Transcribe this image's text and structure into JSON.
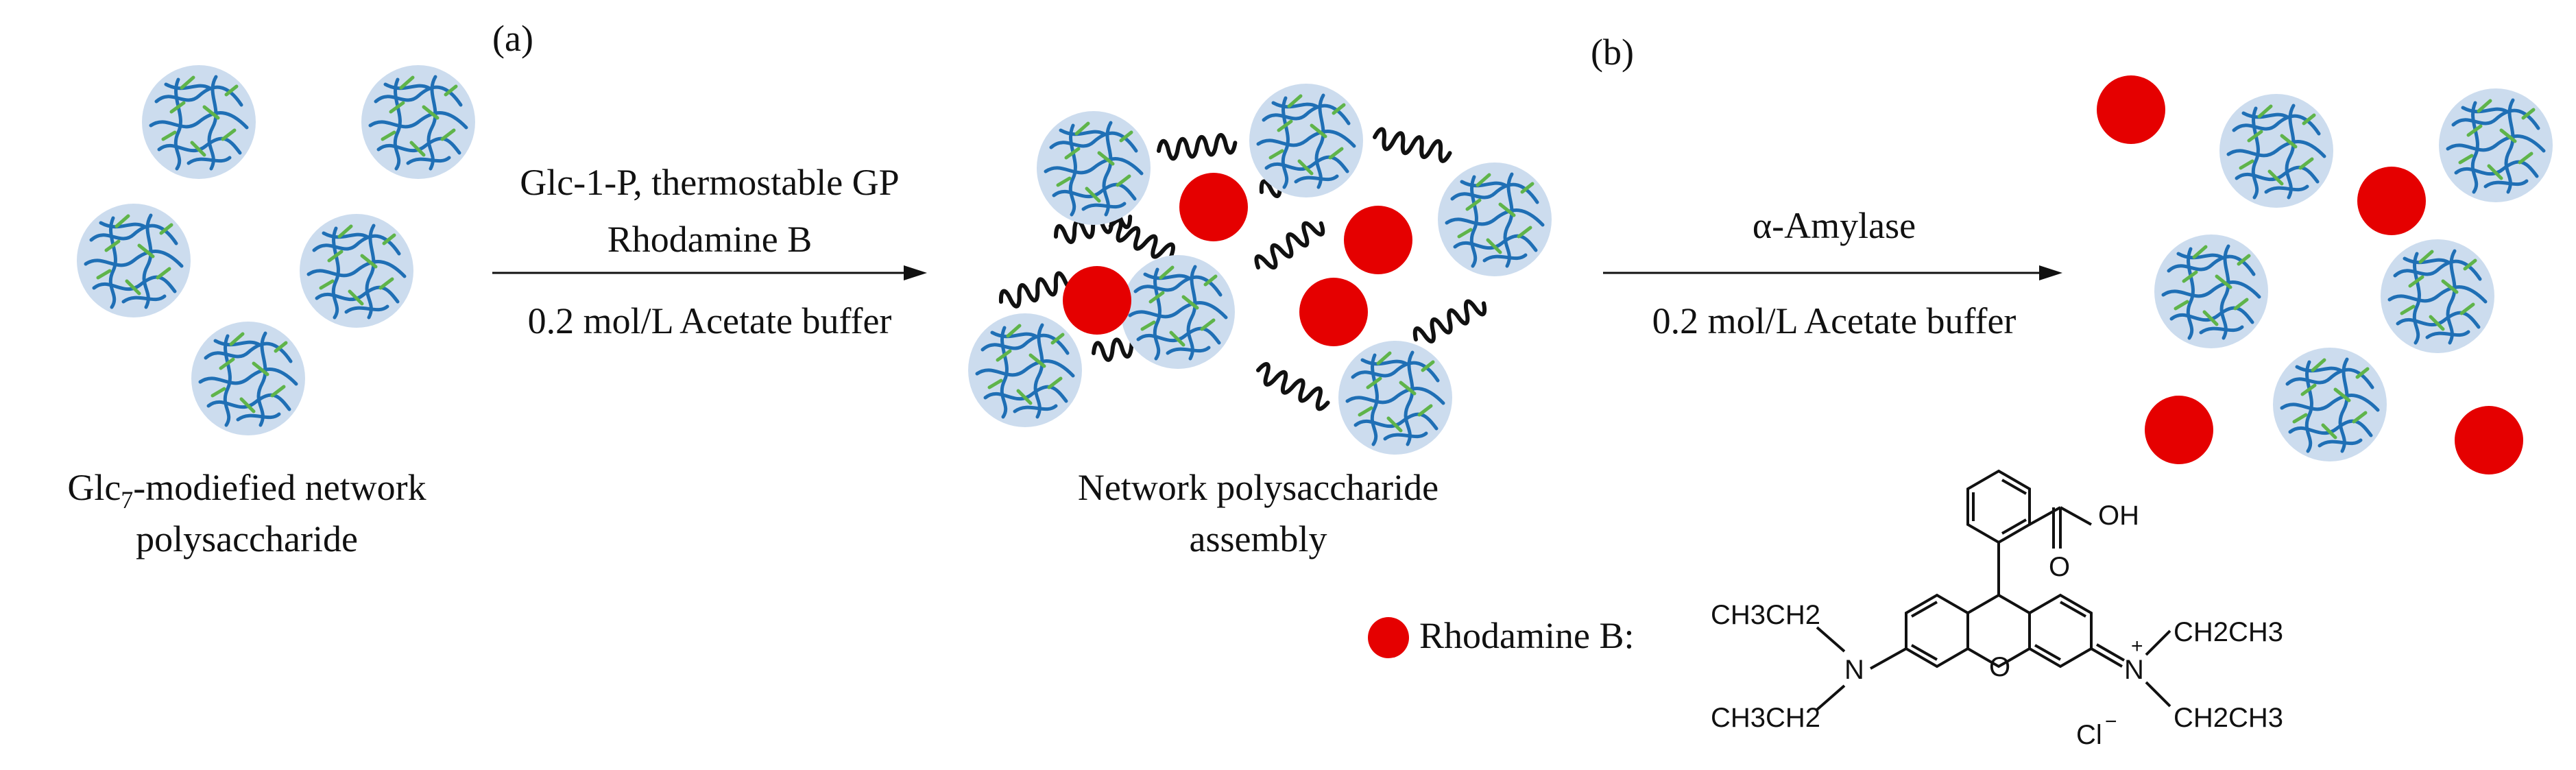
{
  "panels": {
    "a": "(a)",
    "b": "(b)"
  },
  "step1": {
    "line1": "Glc-1-P, thermostable GP",
    "line2": "Rhodamine B",
    "line3": "0.2 mol/L Acetate buffer"
  },
  "step2": {
    "line1": "α-Amylase",
    "line2": "0.2 mol/L Acetate buffer"
  },
  "labels": {
    "start_line1_pre": "Glc",
    "start_line1_sub": "7",
    "start_line1_post": "-modiefied network",
    "start_line2": "polysaccharide",
    "assembly_line1": "Network polysaccharide",
    "assembly_line2": "assembly"
  },
  "legend": {
    "text": "Rhodamine B:"
  },
  "structure": {
    "oh": "OH",
    "o_carbonyl": "O",
    "o_ring": "O",
    "n_left": "N",
    "n_right": "N",
    "plus": "+",
    "cl": "Cl",
    "minus": "−",
    "et_tl": "CH3CH2",
    "et_bl": "CH3CH2",
    "et_tr": "CH2CH3",
    "et_br": "CH2CH3"
  },
  "colors": {
    "rhodamine": "#e50000",
    "bead_fill": "#ccdcee",
    "network_blue": "#1f6fb5",
    "network_green": "#5fb44a",
    "text": "#111111"
  }
}
